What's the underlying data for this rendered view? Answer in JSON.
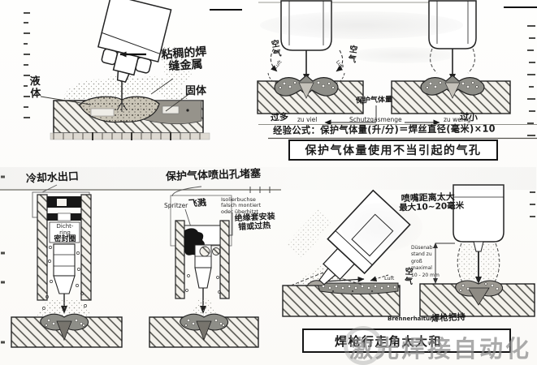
{
  "top_left": {
    "viscous_line1": "粘稠的焊",
    "viscous_line2": "缝金属",
    "liquid_label": "液体",
    "solid_label": "固体"
  },
  "top_right": {
    "air_left": "空气",
    "luft_small_left": "Luft",
    "air_right": "空气",
    "luft_small_right": "Luft",
    "gas_amount_hand": "保护气体量",
    "too_much_hand": "过多",
    "zu_viel": "zu viel",
    "schutzgasmenge": "Schutzgasmenge",
    "zu_wenig": "zu wenig",
    "too_little_hand": "过小",
    "formula_hand": "经验公式：保护气体量(升/分)＝焊丝直径(毫米)×10",
    "caption": "保护气体量使用不当引起的气孔"
  },
  "bottom_left": {
    "cooling_water_hand": "冷却水出口",
    "gas_holes_clogged_hand": "保护气体喷出孔堵塞",
    "dicht_line1": "Dicht-",
    "dicht_line2": "ring",
    "seal_ring_hand": "密封圈",
    "spritzer": "Spritzer",
    "spatter_hand": "飞溅",
    "isolier_line1": "Isolierbuchse",
    "isolier_line2": "falsch montiert",
    "isolier_line3": "oder überhitzt",
    "insulation_hand_line1": "绝缘套安装",
    "insulation_hand_line2": "错或过热"
  },
  "bottom_right": {
    "nozzle_distance_hand_line1": "喷嘴距离太大",
    "nozzle_distance_hand_line2": "最大10~20毫米",
    "duesen_line1": "Düsenab-",
    "duesen_line2": "stand zu",
    "duesen_line3": "groß",
    "duesen_line4": "maximal",
    "duesen_line5": "10 - 20 mm",
    "luft": "Luft",
    "air_hand": "空气",
    "brennerhaltung": "Brennerhaltung",
    "torch_hold_hand": "焊枪把持",
    "caption_visible": "焊枪行走角太大和"
  },
  "watermark": {
    "text": "激光焊接自动化"
  },
  "colors": {
    "ink": "#1c1c1c",
    "weld_gray": "#8e8e88",
    "solid_gray": "#96938b",
    "watermark_gray": "#8a8a8a",
    "paper": "#fdfdfb"
  }
}
